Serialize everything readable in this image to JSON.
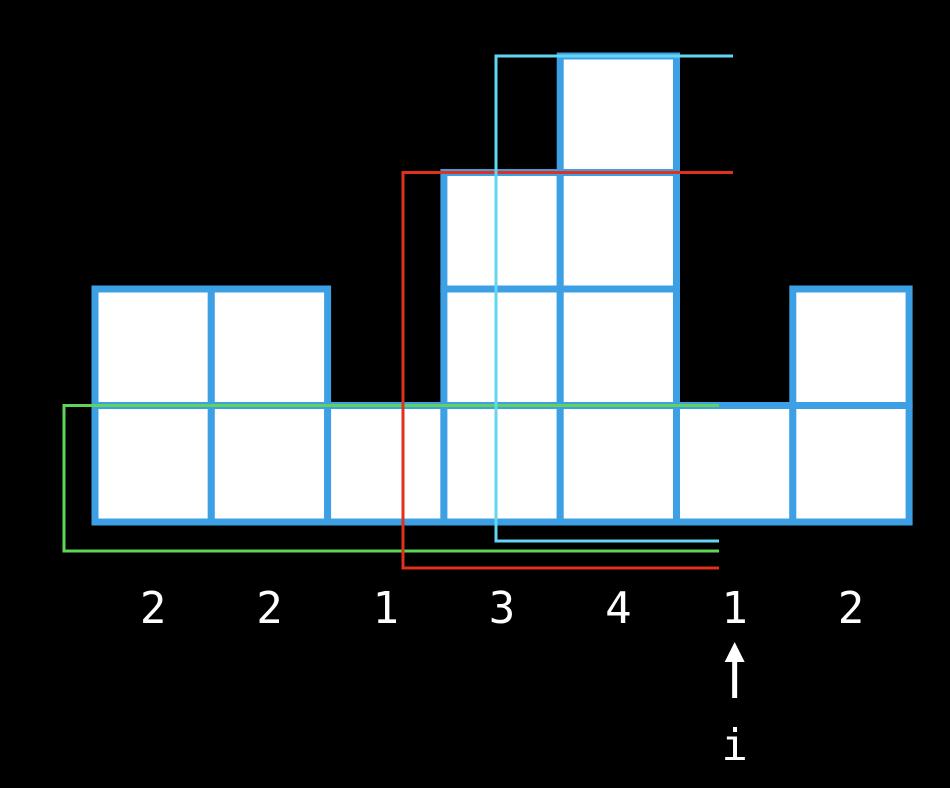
{
  "diagram": {
    "heights": [
      2,
      2,
      1,
      3,
      4,
      1,
      2
    ],
    "column_labels": [
      "2",
      "2",
      "1",
      "3",
      "4",
      "1",
      "2"
    ],
    "pointer": {
      "label": "i",
      "column_index": 5
    },
    "brackets": [
      {
        "name": "green-bracket",
        "color": "#5fd35a",
        "from_column": 0,
        "to_column": 5,
        "level": 1
      },
      {
        "name": "red-bracket",
        "color": "#e0301e",
        "from_column": 2,
        "to_column": 5,
        "level": 3
      },
      {
        "name": "cyan-bracket",
        "color": "#62d6f2",
        "from_column": 3,
        "to_column": 5,
        "level": 4
      }
    ],
    "colors": {
      "background": "#000000",
      "cell_fill": "#ffffff",
      "cell_border": "#3ea0e4",
      "text": "#ffffff"
    }
  }
}
